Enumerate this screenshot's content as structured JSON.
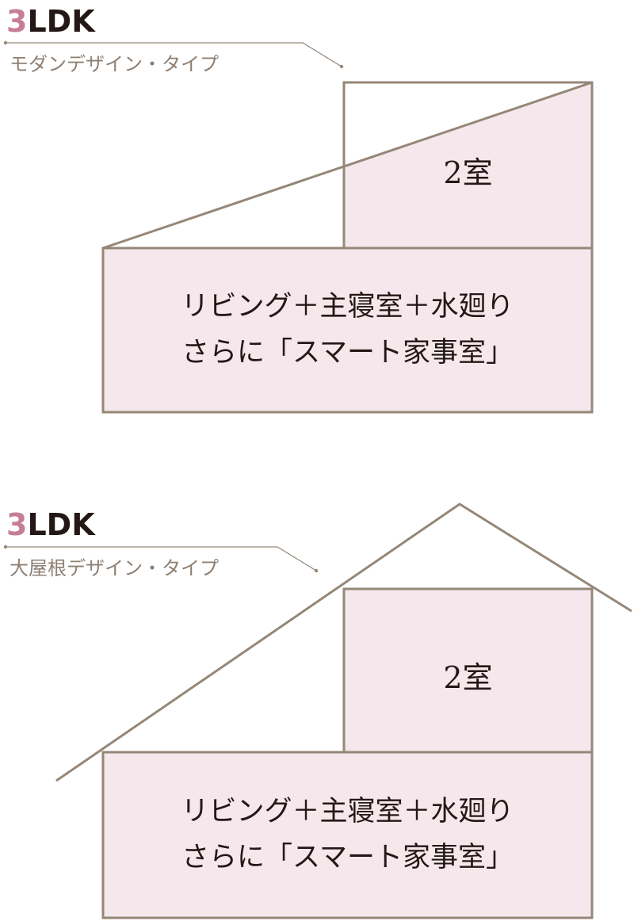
{
  "colors": {
    "line": "#958778",
    "fill": "#f5e8ec",
    "accent": "#c77e95",
    "text": "#231815",
    "subtitle": "#8e7f73"
  },
  "plans": [
    {
      "title_number": "3",
      "title_suffix": "LDK",
      "subtitle": "モダンデザイン・タイプ",
      "upper_room": "2室",
      "lower_room_line1": "リビング＋主寝室＋水廻り",
      "lower_room_line2": "さらに「スマート家事室」"
    },
    {
      "title_number": "3",
      "title_suffix": "LDK",
      "subtitle": "大屋根デザイン・タイプ",
      "upper_room": "2室",
      "lower_room_line1": "リビング＋主寝室＋水廻り",
      "lower_room_line2": "さらに「スマート家事室」"
    }
  ]
}
